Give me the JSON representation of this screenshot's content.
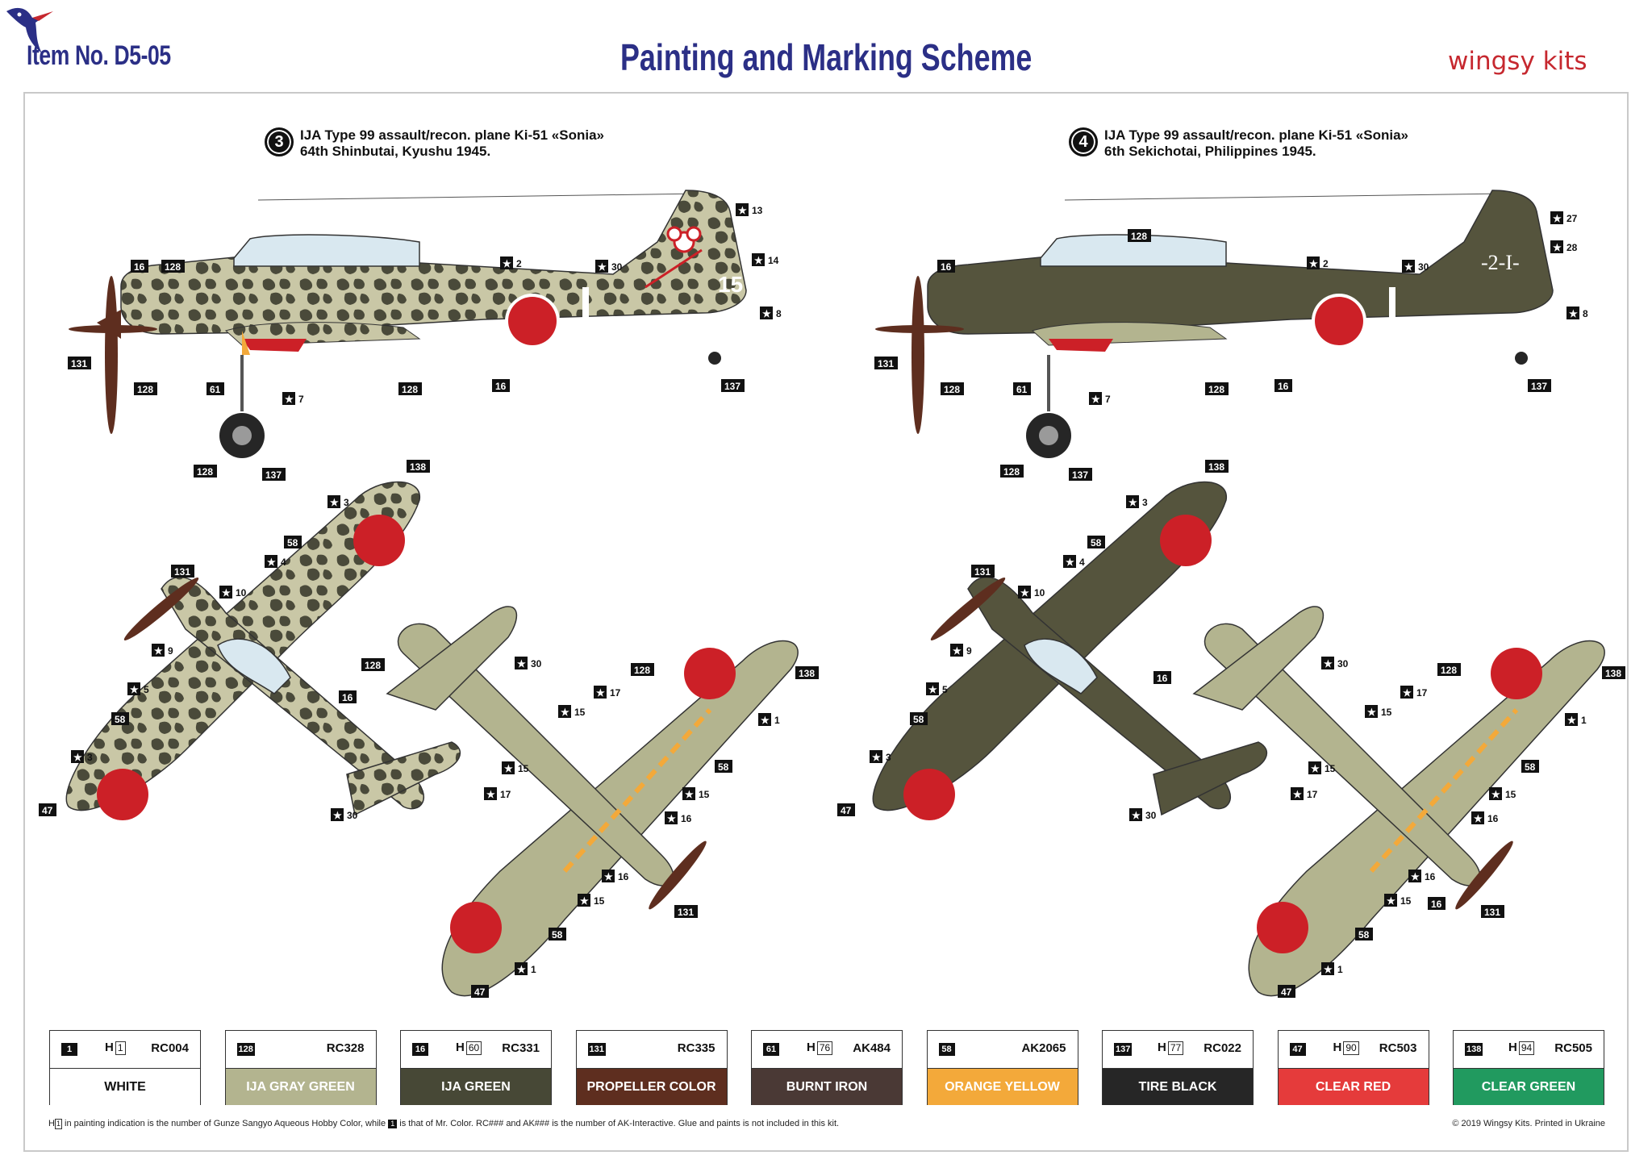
{
  "header": {
    "item_no": "Item No. D5-05",
    "title": "Painting and Marking Scheme",
    "brand": "wingsy kits"
  },
  "schemes": [
    {
      "number": "3",
      "line1": "IJA Type 99 assault/recon. plane Ki-51 «Sonia»",
      "line2": "64th Shinbutai, Kyushu 1945.",
      "tail_code": "15",
      "camo": "mottle"
    },
    {
      "number": "4",
      "line1": "IJA Type 99 assault/recon. plane Ki-51 «Sonia»",
      "line2": "6th Sekichotai, Philippines 1945.",
      "tail_code": "-2-I-",
      "camo": "solid"
    }
  ],
  "callouts": {
    "side3": [
      {
        "t": "16",
        "star": false
      },
      {
        "t": "128",
        "star": false
      },
      {
        "t": "131",
        "star": false
      },
      {
        "t": "128",
        "star": false
      },
      {
        "t": "61",
        "star": false
      },
      {
        "t": "7",
        "star": true
      },
      {
        "t": "128",
        "star": false
      },
      {
        "t": "16",
        "star": false
      },
      {
        "t": "2",
        "star": true
      },
      {
        "t": "30",
        "star": true
      },
      {
        "t": "13",
        "star": true
      },
      {
        "t": "14",
        "star": true
      },
      {
        "t": "8",
        "star": true
      },
      {
        "t": "137",
        "star": false
      },
      {
        "t": "128",
        "star": false
      },
      {
        "t": "137",
        "star": false
      }
    ],
    "side4": [
      {
        "t": "16",
        "star": false
      },
      {
        "t": "128",
        "star": false
      },
      {
        "t": "131",
        "star": false
      },
      {
        "t": "128",
        "star": false
      },
      {
        "t": "61",
        "star": false
      },
      {
        "t": "7",
        "star": true
      },
      {
        "t": "128",
        "star": false
      },
      {
        "t": "16",
        "star": false
      },
      {
        "t": "2",
        "star": true
      },
      {
        "t": "30",
        "star": true
      },
      {
        "t": "27",
        "star": true
      },
      {
        "t": "28",
        "star": true
      },
      {
        "t": "8",
        "star": true
      },
      {
        "t": "137",
        "star": false
      },
      {
        "t": "128",
        "star": false
      },
      {
        "t": "137",
        "star": false
      }
    ],
    "top3": [
      {
        "t": "138",
        "star": false
      },
      {
        "t": "3",
        "star": true
      },
      {
        "t": "58",
        "star": false
      },
      {
        "t": "4",
        "star": true
      },
      {
        "t": "131",
        "star": false
      },
      {
        "t": "10",
        "star": true
      },
      {
        "t": "9",
        "star": true
      },
      {
        "t": "128",
        "star": false
      },
      {
        "t": "5",
        "star": true
      },
      {
        "t": "16",
        "star": false
      },
      {
        "t": "58",
        "star": false
      },
      {
        "t": "3",
        "star": true
      },
      {
        "t": "47",
        "star": false
      },
      {
        "t": "30",
        "star": true
      }
    ],
    "bottom3": [
      {
        "t": "30",
        "star": true
      },
      {
        "t": "128",
        "star": false
      },
      {
        "t": "138",
        "star": false
      },
      {
        "t": "17",
        "star": true
      },
      {
        "t": "15",
        "star": true
      },
      {
        "t": "1",
        "star": true
      },
      {
        "t": "15",
        "star": true
      },
      {
        "t": "58",
        "star": false
      },
      {
        "t": "17",
        "star": true
      },
      {
        "t": "15",
        "star": true
      },
      {
        "t": "16",
        "star": true
      },
      {
        "t": "16",
        "star": true
      },
      {
        "t": "15",
        "star": true
      },
      {
        "t": "131",
        "star": false
      },
      {
        "t": "58",
        "star": false
      },
      {
        "t": "1",
        "star": true
      },
      {
        "t": "47",
        "star": false
      }
    ],
    "top4": [
      {
        "t": "138",
        "star": false
      },
      {
        "t": "3",
        "star": true
      },
      {
        "t": "58",
        "star": false
      },
      {
        "t": "4",
        "star": true
      },
      {
        "t": "131",
        "star": false
      },
      {
        "t": "10",
        "star": true
      },
      {
        "t": "9",
        "star": true
      },
      {
        "t": "16",
        "star": false
      },
      {
        "t": "5",
        "star": true
      },
      {
        "t": "58",
        "star": false
      },
      {
        "t": "3",
        "star": true
      },
      {
        "t": "47",
        "star": false
      },
      {
        "t": "30",
        "star": true
      }
    ],
    "bottom4": [
      {
        "t": "30",
        "star": true
      },
      {
        "t": "128",
        "star": false
      },
      {
        "t": "138",
        "star": false
      },
      {
        "t": "17",
        "star": true
      },
      {
        "t": "15",
        "star": true
      },
      {
        "t": "1",
        "star": true
      },
      {
        "t": "15",
        "star": true
      },
      {
        "t": "58",
        "star": false
      },
      {
        "t": "17",
        "star": true
      },
      {
        "t": "15",
        "star": true
      },
      {
        "t": "16",
        "star": true
      },
      {
        "t": "16",
        "star": true
      },
      {
        "t": "15",
        "star": true
      },
      {
        "t": "16",
        "star": false
      },
      {
        "t": "131",
        "star": false
      },
      {
        "t": "58",
        "star": false
      },
      {
        "t": "1",
        "star": true
      },
      {
        "t": "47",
        "star": false
      }
    ]
  },
  "palette": [
    {
      "num": "1",
      "h": "1",
      "ref": "RC004",
      "name": "WHITE",
      "color": "#ffffff",
      "text_color": "#111111"
    },
    {
      "num": "128",
      "h": "",
      "ref": "RC328",
      "name": "IJA GRAY GREEN",
      "color": "#b3b48f",
      "text_color": "#ffffff"
    },
    {
      "num": "16",
      "h": "60",
      "ref": "RC331",
      "name": "IJA GREEN",
      "color": "#474836",
      "text_color": "#ffffff"
    },
    {
      "num": "131",
      "h": "",
      "ref": "RC335",
      "name": "PROPELLER COLOR",
      "color": "#5e2e1f",
      "text_color": "#ffffff"
    },
    {
      "num": "61",
      "h": "76",
      "ref": "AK484",
      "name": "BURNT IRON",
      "color": "#4a3935",
      "text_color": "#ffffff"
    },
    {
      "num": "58",
      "h": "",
      "ref": "AK2065",
      "name": "ORANGE YELLOW",
      "color": "#f3a93a",
      "text_color": "#ffffff"
    },
    {
      "num": "137",
      "h": "77",
      "ref": "RC022",
      "name": "TIRE BLACK",
      "color": "#262626",
      "text_color": "#ffffff"
    },
    {
      "num": "47",
      "h": "90",
      "ref": "RC503",
      "name": "CLEAR RED",
      "color": "#e53b3b",
      "text_color": "#ffffff"
    },
    {
      "num": "138",
      "h": "94",
      "ref": "RC505",
      "name": "CLEAR GREEN",
      "color": "#219a5f",
      "text_color": "#ffffff"
    }
  ],
  "footer": {
    "h_prefix": "H",
    "h_box": "1",
    "note_a": "in painting indication is the number of Gunze Sangyo Aqueous Hobby Color, while",
    "note_box": "1",
    "note_b": "is that of Mr. Color. RC### and AK### is the number of AK-Interactive. Glue and paints is not included in this kit.",
    "copyright": "© 2019 Wingsy Kits. Printed in Ukraine"
  },
  "colors": {
    "title_blue": "#2b2f86",
    "brand_red": "#c6282f",
    "hinomaru": "#cc2027",
    "gray_green": "#b3b48f",
    "ija_green": "#474836",
    "olive_dark": "#55543d",
    "mottle_dark": "#4a4a3a",
    "mottle_light": "#c9c7a6"
  }
}
